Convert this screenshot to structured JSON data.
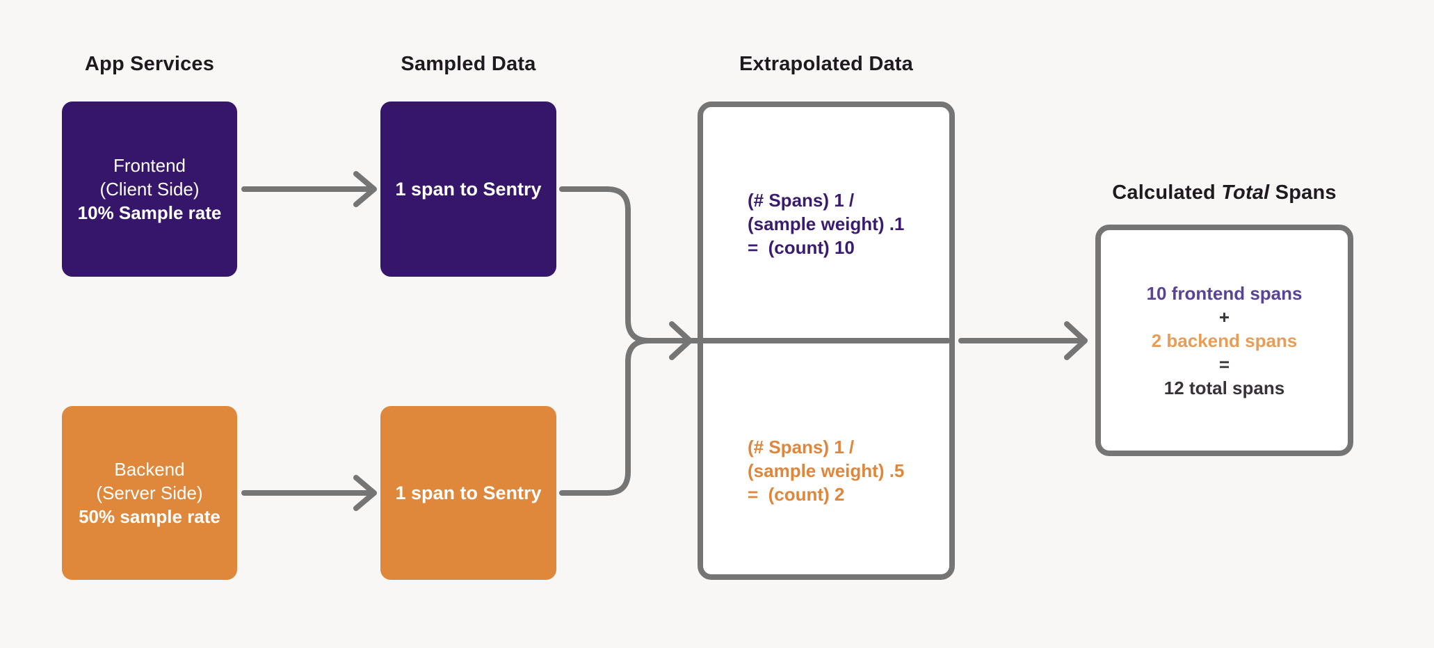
{
  "colors": {
    "bg": "#f8f7f6",
    "purple": "#36166b",
    "orange": "#df883c",
    "purple-text": "#3a1b70",
    "orange-text": "#e0863b",
    "purple-light": "#5a4296",
    "orange-light": "#e89d56",
    "line-gray": "#757575",
    "ink": "#1f1a1f",
    "ink-soft": "#38333a"
  },
  "app_services": {
    "header": "App Services",
    "frontend": {
      "name": "Frontend",
      "side": "(Client Side)",
      "rate": "10% Sample rate"
    },
    "backend": {
      "name": "Backend",
      "side": "(Server Side)",
      "rate": "50% sample rate"
    }
  },
  "sampled": {
    "header": "Sampled Data",
    "frontend_label": "1 span to Sentry",
    "backend_label": "1 span to Sentry"
  },
  "extrapolated": {
    "header": "Extrapolated Data",
    "frontend": {
      "line1": "(# Spans) 1 /",
      "line2": "(sample weight) .1",
      "line3": "=  (count) 10"
    },
    "backend": {
      "line1": "(# Spans) 1 /",
      "line2": "(sample weight) .5",
      "line3": "=  (count) 2"
    }
  },
  "calculated": {
    "header": {
      "prefix": "Calculated ",
      "italic": "Total",
      "suffix": " Spans"
    },
    "frontend_line": "10 frontend spans",
    "plus": "+",
    "backend_line": "2 backend spans",
    "equals": "=",
    "total_line": "12 total spans"
  }
}
